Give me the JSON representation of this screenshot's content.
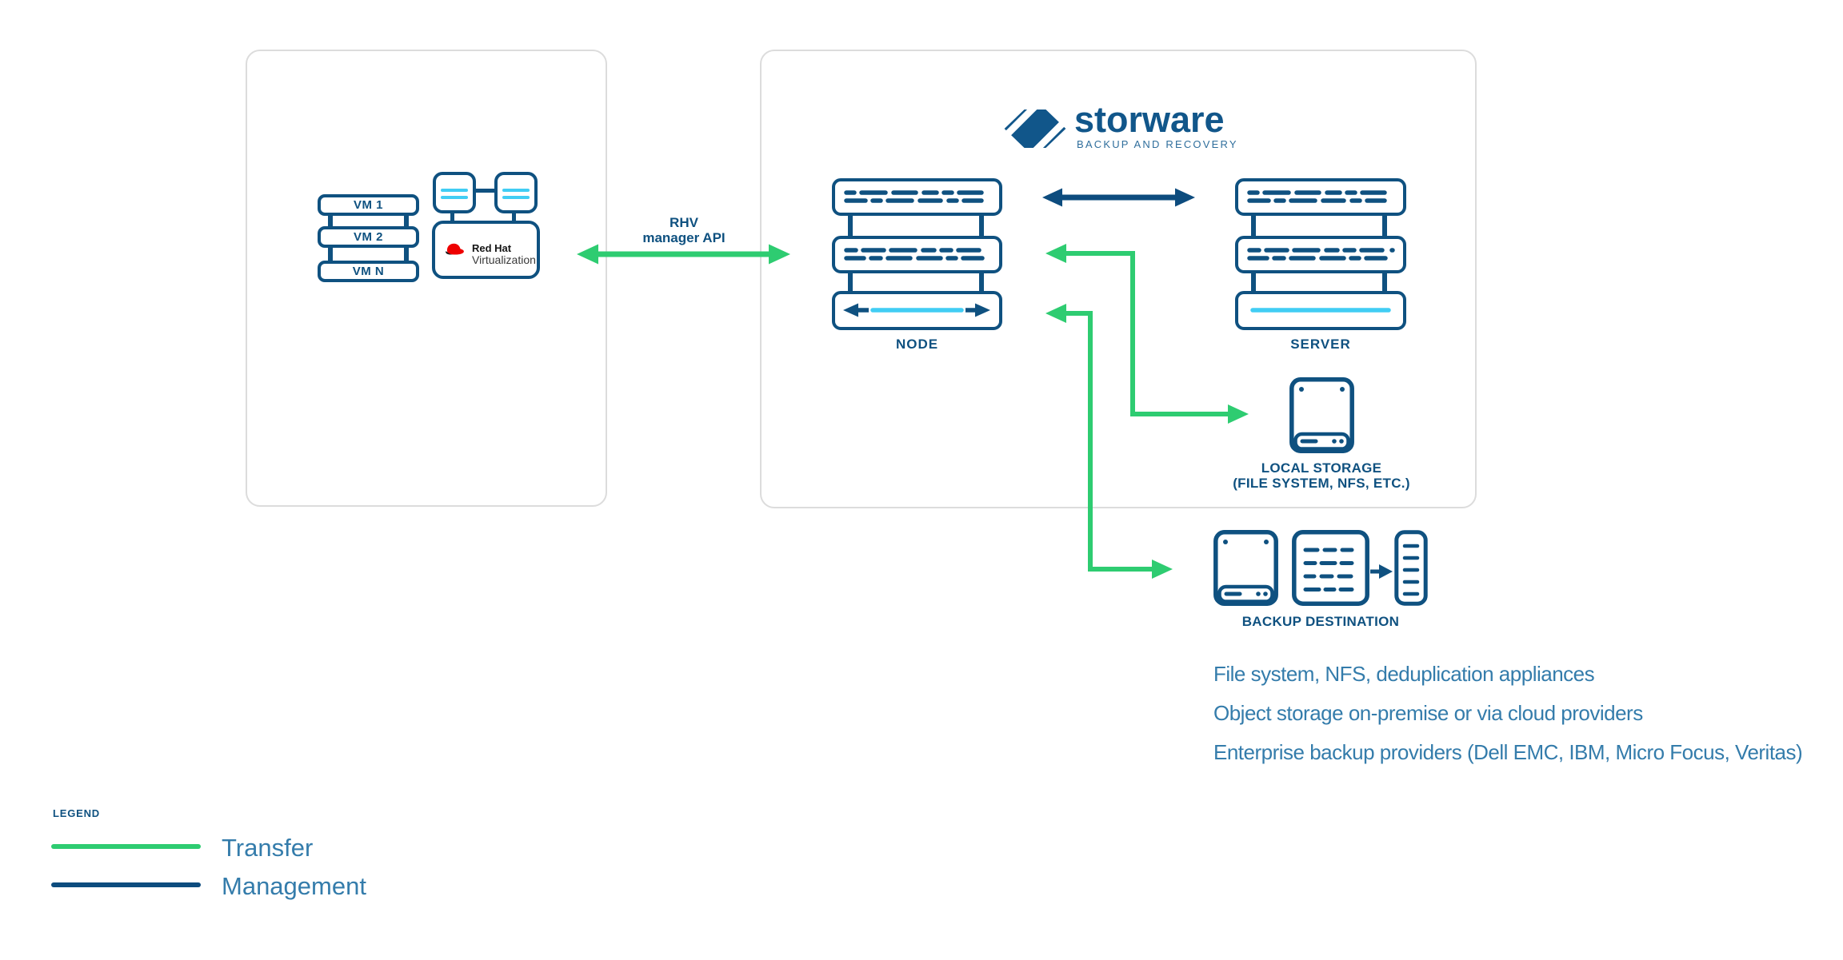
{
  "colors": {
    "navy": "#0F5180",
    "management_line": "#0D4C7E",
    "transfer_green": "#2ECC71",
    "cyan_accent": "#41CDF4",
    "light_blue_text": "#347CAB",
    "panel_border": "#DCDCDC",
    "redhat_red": "#EE0000",
    "storware_logo_blue": "#11568A"
  },
  "left_panel": {
    "vm_labels": [
      "VM 1",
      "VM 2",
      "VM N"
    ],
    "redhat": {
      "line1": "Red Hat",
      "line2": "Virtualization"
    }
  },
  "connector": {
    "label_line1": "RHV",
    "label_line2": "manager API"
  },
  "storware": {
    "name": "storware",
    "tagline": "BACKUP AND RECOVERY"
  },
  "right_panel": {
    "node_label": "NODE",
    "server_label": "SERVER",
    "local_storage": {
      "line1": "LOCAL STORAGE",
      "line2": "(FILE SYSTEM, NFS, ETC.)"
    }
  },
  "backup_destination": {
    "label": "BACKUP DESTINATION"
  },
  "descriptions": [
    "File system, NFS, deduplication appliances",
    "Object storage on-premise or via cloud providers",
    "Enterprise backup providers (Dell EMC, IBM, Micro Focus, Veritas)"
  ],
  "legend": {
    "title": "LEGEND",
    "items": [
      {
        "label": "Transfer",
        "color": "#2ECC71"
      },
      {
        "label": "Management",
        "color": "#0D4C7E"
      }
    ]
  }
}
